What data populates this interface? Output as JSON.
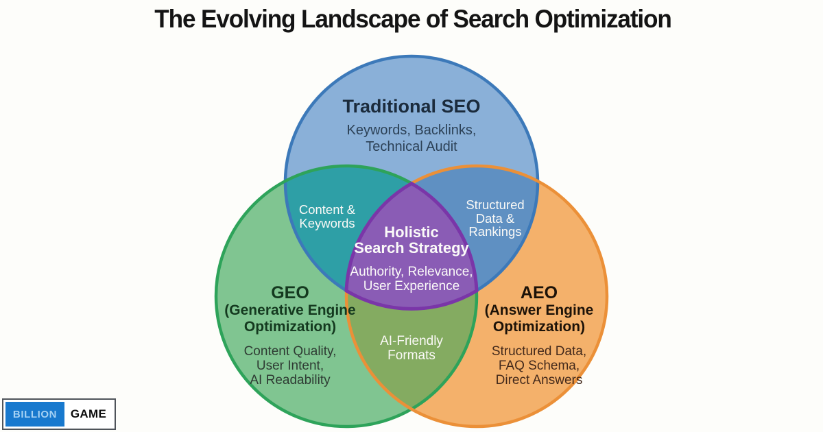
{
  "title": "The Evolving Landscape of Search Optimization",
  "venn": {
    "traditional_seo": {
      "name": "Traditional SEO",
      "details": [
        "Keywords, Backlinks,",
        "Technical Audit"
      ]
    },
    "geo": {
      "name": "GEO",
      "qualifier": [
        "(Generative Engine",
        "Optimization)"
      ],
      "details": [
        "Content Quality,",
        "User Intent,",
        "AI Readability"
      ]
    },
    "aeo": {
      "name": "AEO",
      "qualifier": [
        "(Answer Engine",
        "Optimization)"
      ],
      "details": [
        "Structured Data,",
        "FAQ Schema,",
        "Direct Answers"
      ]
    },
    "overlap_seo_geo": [
      "Content &",
      "Keywords"
    ],
    "overlap_seo_aeo": [
      "Structured",
      "Data &",
      "Rankings"
    ],
    "overlap_geo_aeo": [
      "AI-Friendly",
      "Formats"
    ],
    "center": {
      "name": [
        "Holistic",
        "Search Strategy"
      ],
      "details": [
        "Authority, Relevance,",
        "User Experience"
      ]
    }
  },
  "logo": {
    "part1": "BILLION",
    "part2": "GAME"
  },
  "colors": {
    "background": "#FDFDFA",
    "seo_fill": "#8AB0D8",
    "seo_stroke": "#3C79B9",
    "geo_fill": "#80C591",
    "geo_stroke": "#2EA35A",
    "aeo_fill": "#F4B16B",
    "aeo_stroke": "#EB9038",
    "seo_geo_overlap": "#2E9FA6",
    "seo_aeo_overlap": "#5F90C2",
    "geo_aeo_overlap": "#84AB61",
    "center_fill": "#8A5CB5",
    "center_stroke": "#7A36A8",
    "logo_blue": "#1879CE"
  }
}
